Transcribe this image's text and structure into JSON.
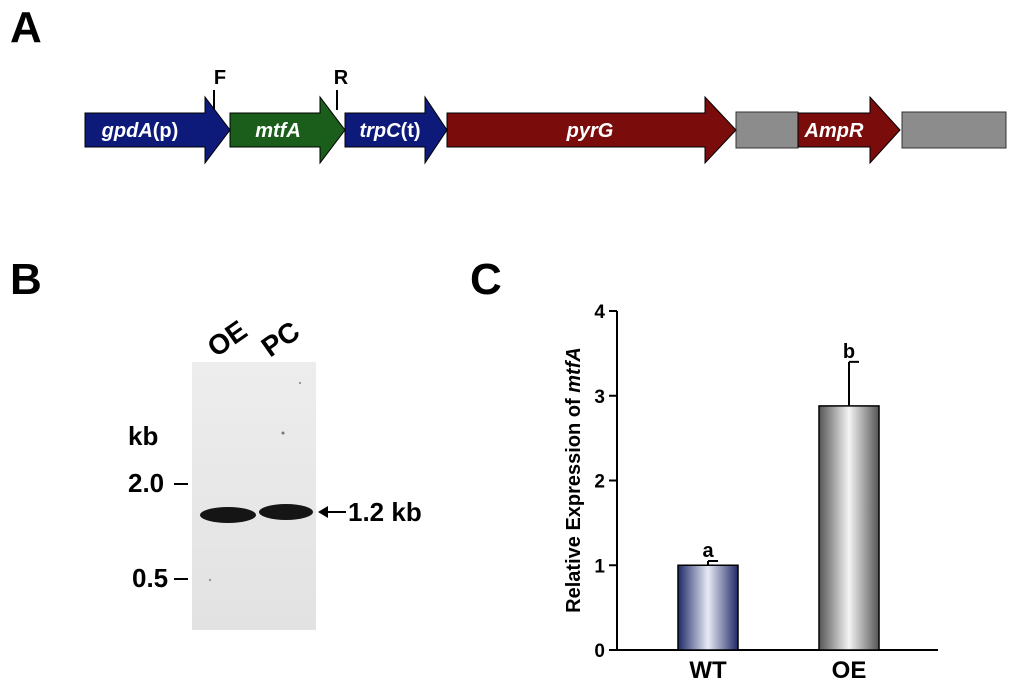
{
  "panels": {
    "a": "A",
    "b": "B",
    "c": "C"
  },
  "construct": {
    "primers": {
      "forward": "F",
      "reverse": "R"
    },
    "elements": [
      {
        "name": "gpdA",
        "suffix": "(p)",
        "kind": "promoter",
        "color": "#0d1a7a"
      },
      {
        "name": "mtfA",
        "suffix": "",
        "kind": "gene",
        "color": "#1b5e1b"
      },
      {
        "name": "trpC",
        "suffix": "(t)",
        "kind": "terminator",
        "color": "#0d1a7a"
      },
      {
        "name": "pyrG",
        "suffix": "",
        "kind": "marker",
        "color": "#7a0c0c"
      },
      {
        "name": "AmpR",
        "suffix": "",
        "kind": "marker",
        "color": "#7a0c0c"
      }
    ],
    "backbone_color": "#8c8c8c"
  },
  "gel": {
    "lanes": [
      "OE",
      "PC"
    ],
    "unit": "kb",
    "markers": [
      "2.0",
      "0.5"
    ],
    "band_label": "1.2 kb"
  },
  "chart_data": {
    "type": "bar",
    "categories": [
      "WT",
      "OE"
    ],
    "values": [
      1.0,
      2.88
    ],
    "errors": [
      0.05,
      0.52
    ],
    "significance": [
      "a",
      "b"
    ],
    "ylabel_prefix": "Relative Expression of ",
    "ylabel_italic": "mtfA",
    "ylim": [
      0,
      4
    ],
    "yticks": [
      0,
      1,
      2,
      3,
      4
    ],
    "colors": {
      "WT": "#2e3a78",
      "OE": "#7a7a7a"
    }
  }
}
